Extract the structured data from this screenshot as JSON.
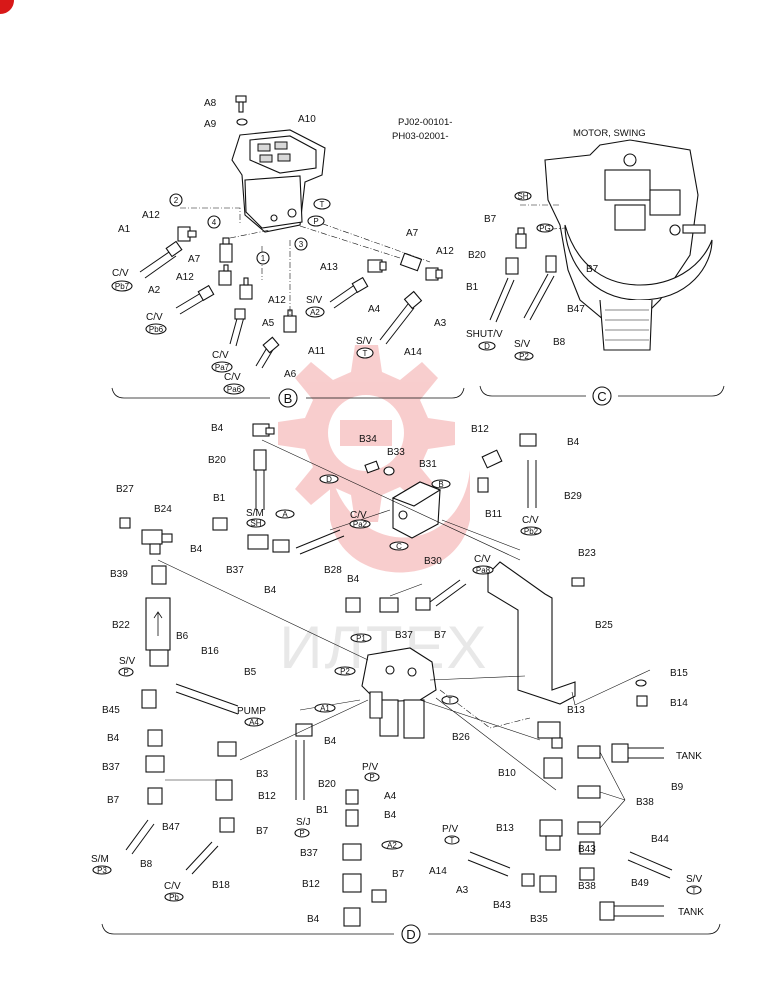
{
  "header": {
    "serial_line_1": "PJ02-00101-",
    "serial_line_2": "PH03-02001-",
    "motor_title": "MOTOR, SWING"
  },
  "watermark": {
    "text": "ИЛТЕХ",
    "color": "#e02020"
  },
  "sections": {
    "b": "B",
    "c": "C",
    "d": "D"
  },
  "part_labels": {
    "a1": "A1",
    "a2": "A2",
    "a3_b": "A3",
    "a3_d": "A3",
    "a4_b": "A4",
    "a4_d": "A4",
    "a5": "A5",
    "a6": "A6",
    "a7_l": "A7",
    "a7_r": "A7",
    "a8": "A8",
    "a9": "A9",
    "a10": "A10",
    "a11": "A11",
    "a12_1": "A12",
    "a12_2": "A12",
    "a12_3": "A12",
    "a12_4": "A12",
    "a13": "A13",
    "a14_b": "A14",
    "a14_d": "A14",
    "b7_c": "B7",
    "b7_c2": "B7",
    "b20_c": "B20",
    "b1_c": "B1",
    "b47_c": "B47",
    "b8_c": "B8",
    "b4_1": "B4",
    "b20_1": "B20",
    "b1_1": "B1",
    "b34": "B34",
    "b33": "B33",
    "b31": "B31",
    "b12_1": "B12",
    "b4_2": "B4",
    "b11": "B11",
    "b29": "B29",
    "b27": "B27",
    "b24": "B24",
    "b4_3": "B4",
    "b37_1": "B37",
    "b4_4": "B4",
    "b28": "B28",
    "b39": "B39",
    "b22": "B22",
    "b23": "B23",
    "b30": "B30",
    "b4_5": "B4",
    "b37_2": "B37",
    "b7_1": "B7",
    "b25": "B25",
    "b6": "B6",
    "b16": "B16",
    "b5": "B5",
    "b15": "B15",
    "b14": "B14",
    "b45": "B45",
    "b13_1": "B13",
    "b4_6": "B4",
    "b26": "B26",
    "b37_3": "B37",
    "b3": "B3",
    "b4_7": "B4",
    "b20_2": "B20",
    "b10": "B10",
    "b38_1": "B38",
    "b9": "B9",
    "b7_2": "B7",
    "b12_2": "B12",
    "b1_2": "B1",
    "b4_8": "B4",
    "b13_2": "B13",
    "b47": "B47",
    "b7_3": "B7",
    "b43_1": "B43",
    "b44": "B44",
    "b8": "B8",
    "b37_4": "B37",
    "b18": "B18",
    "b12_3": "B12",
    "b7_4": "B7",
    "b43_2": "B43",
    "b38_2": "B38",
    "b35": "B35",
    "b49": "B49",
    "b4_9": "B4"
  },
  "port_labels": {
    "cv_pb7": "C/V",
    "cv_pb6": "C/V",
    "cv_pa7": "C/V",
    "cv_pa6": "C/V",
    "sv_a2": "S/V",
    "sv_t": "S/V",
    "shutv": "SHUT/V",
    "sv_p2": "S/V",
    "sm_sh": "S/M",
    "cv_pa2": "C/V",
    "cv_pb2": "C/V",
    "cv_pa8": "C/V",
    "sv_p": "S/V",
    "pump": "PUMP",
    "pv_p": "P/V",
    "sj_p": "S/J",
    "tank_1": "TANK",
    "pv_t": "P/V",
    "sm_p3": "S/M",
    "cv_pb": "C/V",
    "sv_t2": "S/V",
    "tank_2": "TANK"
  },
  "port_tags": {
    "pb7": "Pb7",
    "pb6": "Pb6",
    "pa7": "Pa7",
    "pa6": "Pa6",
    "a2": "A2",
    "t": "T",
    "d": "D",
    "p2": "P2",
    "sh": "SH",
    "pa2": "Pa2",
    "pb2": "Pb2",
    "pa8": "Pa8",
    "p_sv": "P",
    "a4": "A4",
    "p_pv": "P",
    "p_sj": "P",
    "t_pv": "T",
    "p3": "P3",
    "pb": "Pb",
    "t_sv": "T"
  },
  "callouts": {
    "n2": "2",
    "n4": "4",
    "n1": "1",
    "n3": "3",
    "tag_t": "T",
    "tag_p": "P",
    "sh_c": "SH",
    "pg_c": "PG",
    "tag_d": "D",
    "tag_a": "A",
    "tag_b": "B",
    "tag_c": "C",
    "tag_p1": "P1",
    "tag_p2": "P2",
    "tag_a1": "A1",
    "tag_a2": "A2",
    "tag_t_d": "T"
  }
}
